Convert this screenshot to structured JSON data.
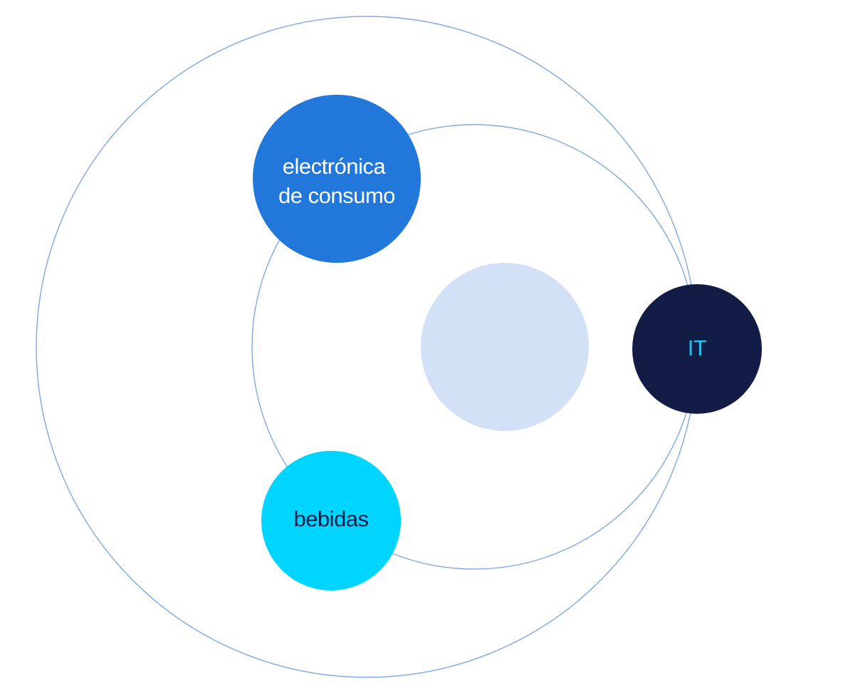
{
  "nodes": {
    "electronics": {
      "line1": "electrónica",
      "line2": "de consumo",
      "fill": "#2277db",
      "text_color": "#ffffff"
    },
    "drinks": {
      "label": "bebidas",
      "fill": "#00d5ff",
      "text_color": "#141c48"
    },
    "it": {
      "label": "IT",
      "fill": "#131c45",
      "text_color": "#1ec8ef"
    },
    "center": {
      "fill": "#d2e1f5"
    }
  },
  "orbits": {
    "stroke": "#7fa8e4"
  }
}
